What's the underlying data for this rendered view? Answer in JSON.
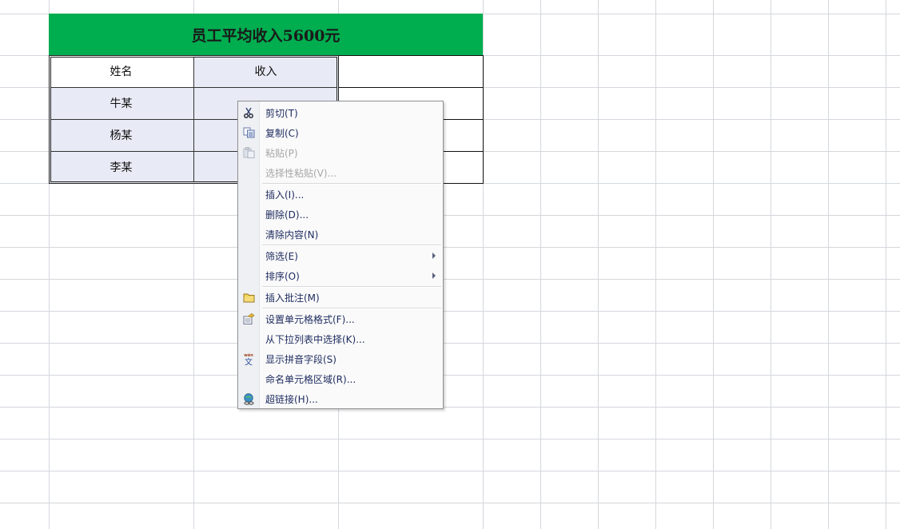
{
  "sheet": {
    "title": "员工平均收入5600元",
    "title_bg": "#00ad4f",
    "header_row": [
      "姓名",
      "收入"
    ],
    "rows": [
      {
        "name": "牛某",
        "income": ""
      },
      {
        "name": "杨某",
        "income": ""
      },
      {
        "name": "李某",
        "income": ""
      }
    ],
    "shade_color": "#e8ebf5"
  },
  "context_menu": {
    "items": [
      {
        "label": "剪切(T)",
        "icon": "scissors-icon",
        "enabled": true
      },
      {
        "label": "复制(C)",
        "icon": "copy-icon",
        "enabled": true
      },
      {
        "label": "粘贴(P)",
        "icon": "paste-icon",
        "enabled": false
      },
      {
        "label": "选择性粘贴(V)...",
        "icon": "",
        "enabled": false
      },
      {
        "label": "插入(I)...",
        "icon": "",
        "enabled": true
      },
      {
        "label": "删除(D)...",
        "icon": "",
        "enabled": true
      },
      {
        "label": "清除内容(N)",
        "icon": "",
        "enabled": true
      },
      {
        "label": "筛选(E)",
        "icon": "",
        "enabled": true,
        "submenu": true
      },
      {
        "label": "排序(O)",
        "icon": "",
        "enabled": true,
        "submenu": true
      },
      {
        "label": "插入批注(M)",
        "icon": "comment-folder-icon",
        "enabled": true
      },
      {
        "label": "设置单元格格式(F)...",
        "icon": "format-cells-icon",
        "enabled": true
      },
      {
        "label": "从下拉列表中选择(K)...",
        "icon": "",
        "enabled": true
      },
      {
        "label": "显示拼音字段(S)",
        "icon": "pinyin-icon",
        "enabled": true
      },
      {
        "label": "命名单元格区域(R)...",
        "icon": "",
        "enabled": true
      },
      {
        "label": "超链接(H)...",
        "icon": "hyperlink-icon",
        "enabled": true
      }
    ]
  }
}
